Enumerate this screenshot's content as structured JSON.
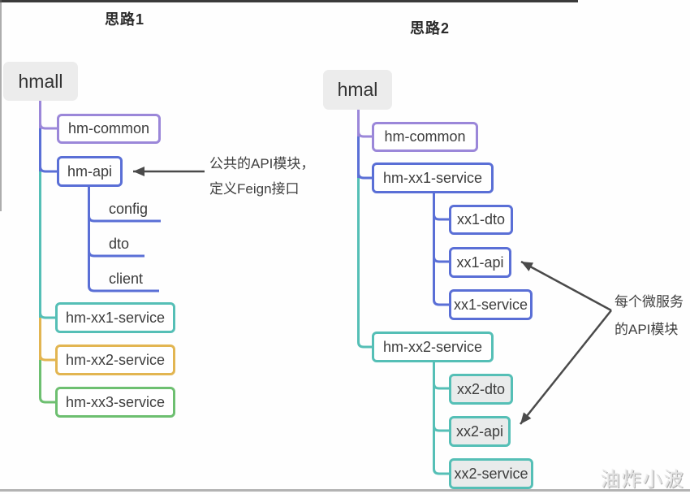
{
  "titles": {
    "approach1": "思路1",
    "approach2": "思路2"
  },
  "colors": {
    "purple": "#9b87d9",
    "blue": "#5a6fd6",
    "teal": "#55bfb6",
    "yellow": "#e2b551",
    "green": "#6dbf70",
    "root_fill": "#ececec",
    "child_fill_gray": "#e9ebeb",
    "arrow": "#4a4a4a",
    "text": "#3d3d3d"
  },
  "tree1": {
    "root": "hmall",
    "nodes": {
      "hm_common": "hm-common",
      "hm_api": "hm-api",
      "config": "config",
      "dto": "dto",
      "client": "client",
      "hm_xx1": "hm-xx1-service",
      "hm_xx2": "hm-xx2-service",
      "hm_xx3": "hm-xx3-service"
    },
    "annotation": {
      "line1": "公共的API模块，",
      "line2": "定义Feign接口"
    }
  },
  "tree2": {
    "root": "hmal",
    "nodes": {
      "hm_common": "hm-common",
      "hm_xx1": "hm-xx1-service",
      "xx1_dto": "xx1-dto",
      "xx1_api": "xx1-api",
      "xx1_service": "xx1-service",
      "hm_xx2": "hm-xx2-service",
      "xx2_dto": "xx2-dto",
      "xx2_api": "xx2-api",
      "xx2_service": "xx2-service"
    },
    "annotation": {
      "line1": "每个微服务",
      "line2": "的API模块"
    }
  },
  "watermark": "油炸小波"
}
